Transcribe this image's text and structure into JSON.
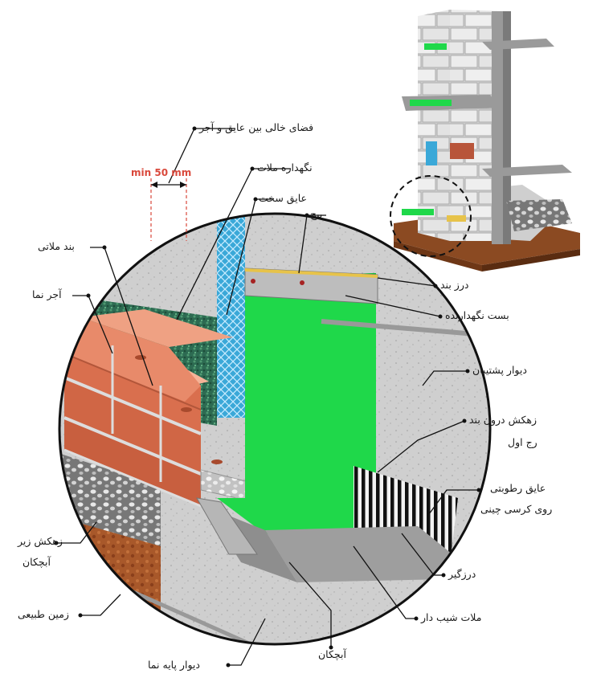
{
  "dimension": {
    "text": "min 50 mm"
  },
  "labels": {
    "air_gap": "فضای خالی بین عایق و آجر",
    "mortar_holder": "نگهداره ملات",
    "rigid_insulation": "عایق سخت",
    "screw": "پیچ",
    "mortar_bond": "بند ملاتی",
    "face_brick": "آجر نما",
    "sealant": "درز بند",
    "retaining_clip": "بست نگهدارنده",
    "back_wall": "دیوار پشتیبان",
    "inner_flashing_line1": "زهکش درون بند",
    "inner_flashing_line2": "رج اول",
    "dpc_line1": "عایق رطوبتی",
    "dpc_line2": "روی کرسی چینی",
    "sub_drain_line1": "زهکش زیر",
    "sub_drain_line2": "آبچکان",
    "natural_ground": "زمین طبیعی",
    "joint_filler": "درزگیر",
    "sloped_mortar": "ملات شیب دار",
    "drip_edge": "آبچکان",
    "base_wall": "دیوار پایه نما"
  },
  "colors": {
    "membrane_green": "#1fd84a",
    "mesh_blue": "#3aa8d8",
    "brick": "#e88a6a",
    "concrete": "#c9c9c9",
    "dimension_red": "#d9483b",
    "soil": "#a8582a"
  }
}
